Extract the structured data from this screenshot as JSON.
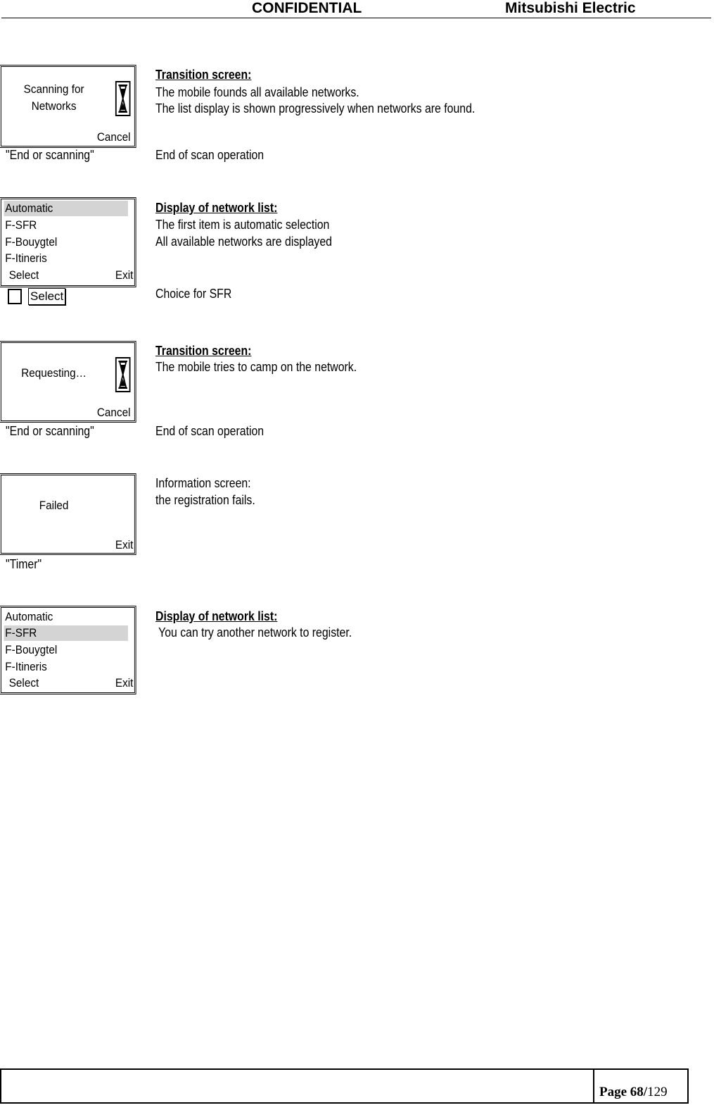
{
  "header": {
    "confidential": "CONFIDENTIAL",
    "company": "Mitsubishi Electric"
  },
  "steps": [
    {
      "screen": {
        "message": "Scanning for\nNetworks",
        "softkey_right": "Cancel"
      },
      "title": "Transition screen:",
      "lines": [
        "The mobile founds all available networks.",
        "The list display is shown progressively when networks are found."
      ],
      "trigger": "\"End or scanning\"",
      "result": "End of scan operation"
    },
    {
      "screen": {
        "items": [
          "Automatic",
          "F-SFR",
          "F-Bouygtel",
          "F-Itineris"
        ],
        "selected": 0,
        "softkey_left": "Select",
        "softkey_right": "Exit"
      },
      "title": "Display of network list:",
      "lines": [
        "The first  item is automatic selection",
        "All available networks are displayed"
      ],
      "trigger_button": "Select",
      "result": "Choice for SFR"
    },
    {
      "screen": {
        "message": "Requesting…",
        "softkey_right": "Cancel"
      },
      "title": "Transition screen:",
      "lines": [
        "The mobile tries to camp on the network."
      ],
      "trigger": "\"End or scanning\"",
      "result": "End of scan operation"
    },
    {
      "screen": {
        "message": "Failed",
        "softkey_right": "Exit"
      },
      "title": "Information screen:",
      "lines": [
        "the registration fails."
      ],
      "trigger": "\"Timer\""
    },
    {
      "screen": {
        "items": [
          "Automatic",
          "F-SFR",
          "F-Bouygtel",
          "F-Itineris"
        ],
        "selected": 1,
        "softkey_left": "Select",
        "softkey_right": "Exit"
      },
      "title": "Display of network list:",
      "lines": [
        " You can try another network to register."
      ]
    }
  ],
  "footer": {
    "page_label": "Page 68/",
    "page_total": "129"
  }
}
